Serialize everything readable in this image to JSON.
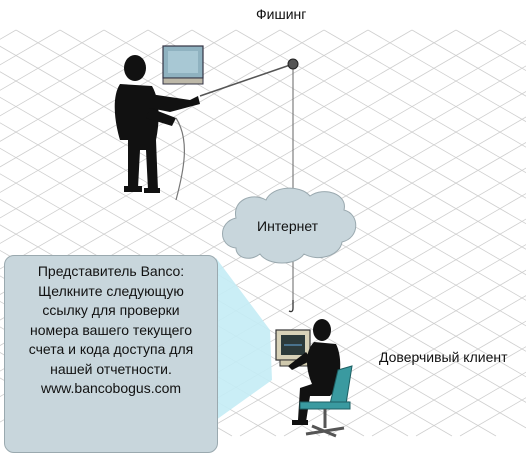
{
  "diagram": {
    "title": "Фишинг",
    "cloud_label": "Интернет",
    "client_label": "Доверчивый клиент",
    "message_lines": [
      "Представитель Banco:",
      "Щелкните следующую",
      "ссылку для проверки",
      "номера вашего текущего",
      "счета и кода доступа для",
      "нашей отчетности.",
      "www.bancobogus.com"
    ]
  },
  "colors": {
    "grid": "#cfcfcf",
    "cloud": "#c8d6dc",
    "message_box": "#c8d6dc",
    "beam": "#c4ecf5",
    "figure": "#111111",
    "chair": "#3a9aa0"
  }
}
